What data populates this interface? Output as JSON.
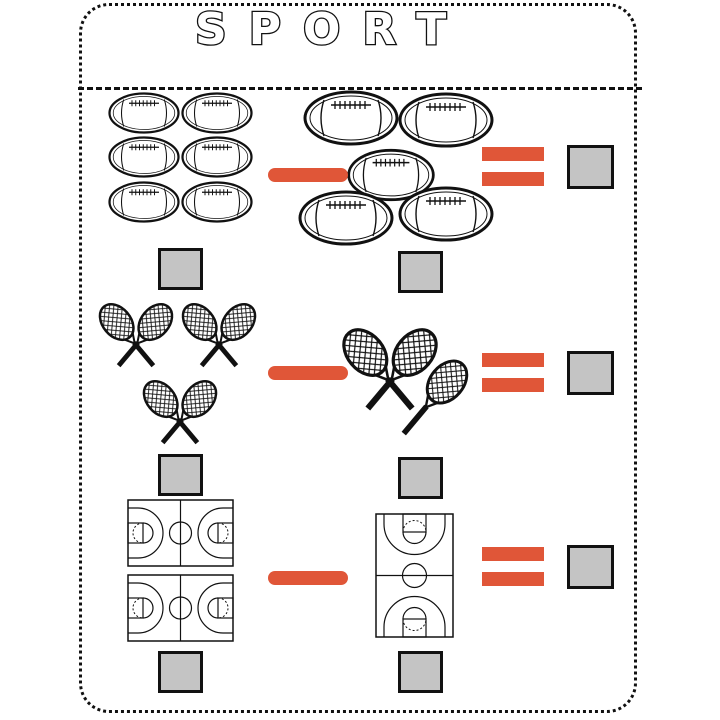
{
  "title": "SPORT",
  "colors": {
    "operator": "#e05638",
    "box_fill": "#c4c4c4",
    "outline": "#111111"
  },
  "rows": [
    {
      "name": "footballs",
      "icon": "football-icon",
      "left_group_count": 6,
      "right_group_count": 5,
      "operator": "minus",
      "equals": "equals"
    },
    {
      "name": "tennis-rackets",
      "icon": "tennis-rackets-icon",
      "left_group_count": 3,
      "right_group_count": 2,
      "operator": "minus",
      "equals": "equals"
    },
    {
      "name": "basketball-courts",
      "icon": "basketball-court-icon",
      "left_group_count": 2,
      "right_group_count": 1,
      "operator": "minus",
      "equals": "equals"
    }
  ]
}
